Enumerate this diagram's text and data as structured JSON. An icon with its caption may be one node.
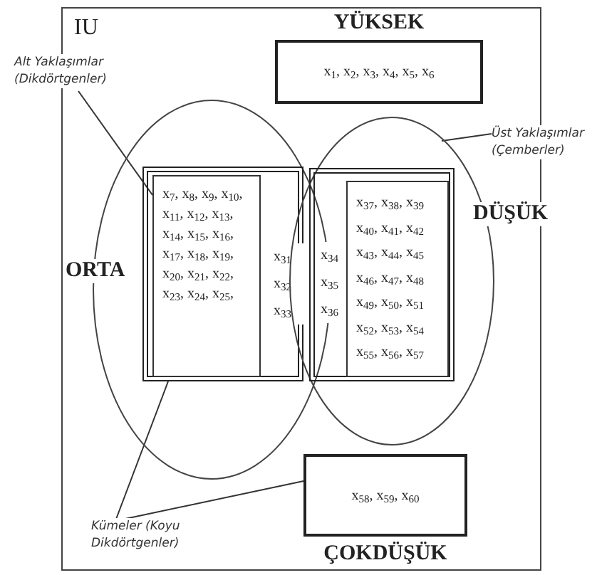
{
  "diagram": {
    "nodes": [
      {
        "text": [
          "IU"
        ]
      },
      {
        "text": [
          "YÜKSEK",
          "x$_{1}$, x$_{2}$, x$_{3}$, x$_{4}$, x$_{5}$, x$_{6}$"
        ],
        "in": 0
      },
      {
        "text": [
          "ORTA"
        ],
        "in": 0
      },
      {
        "text": [
          "DÜŞÜK"
        ],
        "in": 0
      },
      {
        "text": [
          "x$_{31}$ x$_{32}$ x$_{33}$"
        ],
        "in": 2
      },
      {
        "text": [
          "x$_{7}$, x$_{8}$, x$_{9}$, x$_{10}$, x$_{11}$, x$_{12}$, x$_{13}$, x$_{14}$, x$_{15}$, x$_{16}$, x$_{17}$, x$_{18}$, x$_{19}$, x$_{20}$, x$_{21}$, x$_{22}$, x$_{23}$, x$_{24}$, x$_{25}$,"
        ],
        "in": 4
      },
      {
        "text": [
          "x$_{34}$ x$_{35}$ x$_{36}$"
        ],
        "in": 3
      },
      {
        "text": [
          "x$_{37}$, x$_{38}$, x$_{39}$ x$_{40}$, x$_{41}$, x$_{42}$ x$_{43}$, x$_{44}$, x$_{45}$ x$_{46}$, x$_{47}$, x$_{48}$ x$_{49}$, x$_{50}$, x$_{51}$ x$_{52}$, x$_{53}$, x$_{54}$ x$_{55}$, x$_{56}$, x$_{57}$"
        ],
        "in": 6
      },
      {
        "text": [
          "x$_{58}$, x$_{59}$, x$_{60}$",
          "ÇOKDÜŞÜK"
        ],
        "in": 0
      },
      {
        "text": [
          "Alt Yaklaşımlar (Dikdörtgenler)"
        ]
      },
      {
        "text": [
          "Üst Yaklaşımlar (Çemberler)"
        ]
      },
      {
        "text": [
          "Kümeler (Koyu Dikdörtgenler)"
        ],
        "in": 0
      }
    ],
    "edges": [
      {
        "from": 9,
        "to": 5,
        "arrow": "none"
      },
      {
        "from": 10,
        "to": 3,
        "arrow": "none"
      },
      {
        "from": 11,
        "to": 4,
        "arrow": "none"
      },
      {
        "from": 11,
        "to": 8,
        "arrow": "none"
      }
    ]
  }
}
